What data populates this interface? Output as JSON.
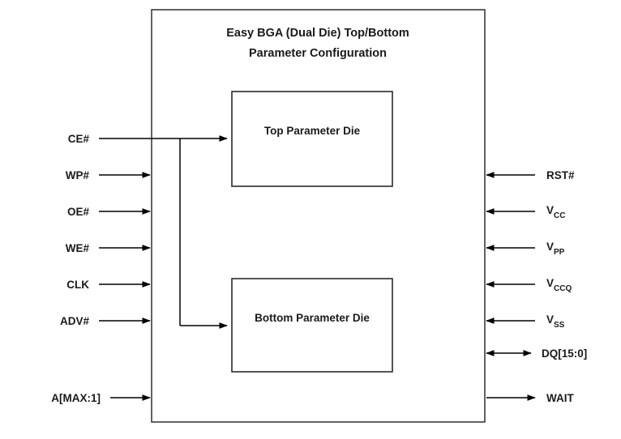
{
  "diagram": {
    "type": "block-diagram",
    "title_lines": [
      "Easy BGA (Dual Die) Top/Bottom",
      "Parameter Configuration"
    ],
    "package_label": "Easy BGA (Dual Die) Top/Bottom Parameter Configuration",
    "colors": {
      "background": "#ffffff",
      "outline": "#3b3b3b",
      "die_outline": "#2b2b2b",
      "line": "#000000",
      "text": "#1a1a1a"
    },
    "dies": [
      {
        "id": "top-die",
        "label": "Top Parameter Die"
      },
      {
        "id": "bottom-die",
        "label": "Bottom Parameter Die"
      }
    ],
    "left_signals": [
      {
        "id": "ce",
        "label": "CE#",
        "direction": "in",
        "routed_to_dies": true
      },
      {
        "id": "wp",
        "label": "WP#",
        "direction": "in"
      },
      {
        "id": "oe",
        "label": "OE#",
        "direction": "in"
      },
      {
        "id": "we",
        "label": "WE#",
        "direction": "in"
      },
      {
        "id": "clk",
        "label": "CLK",
        "direction": "in"
      },
      {
        "id": "adv",
        "label": "ADV#",
        "direction": "in"
      },
      {
        "id": "addr",
        "label": "A[MAX:1]",
        "direction": "in"
      }
    ],
    "right_signals": [
      {
        "id": "rst",
        "label": "RST#",
        "base": "RST#",
        "sub": "",
        "direction": "in"
      },
      {
        "id": "vcc",
        "label": "VCC",
        "base": "V",
        "sub": "CC",
        "direction": "in"
      },
      {
        "id": "vpp",
        "label": "VPP",
        "base": "V",
        "sub": "PP",
        "direction": "in"
      },
      {
        "id": "vccq",
        "label": "VCCQ",
        "base": "V",
        "sub": "CCQ",
        "direction": "in"
      },
      {
        "id": "vss",
        "label": "VSS",
        "base": "V",
        "sub": "SS",
        "direction": "in"
      },
      {
        "id": "dq",
        "label": "DQ[15:0]",
        "base": "DQ[15:0]",
        "sub": "",
        "direction": "bidirectional"
      },
      {
        "id": "wait",
        "label": "WAIT",
        "base": "WAIT",
        "sub": "",
        "direction": "out"
      }
    ]
  }
}
